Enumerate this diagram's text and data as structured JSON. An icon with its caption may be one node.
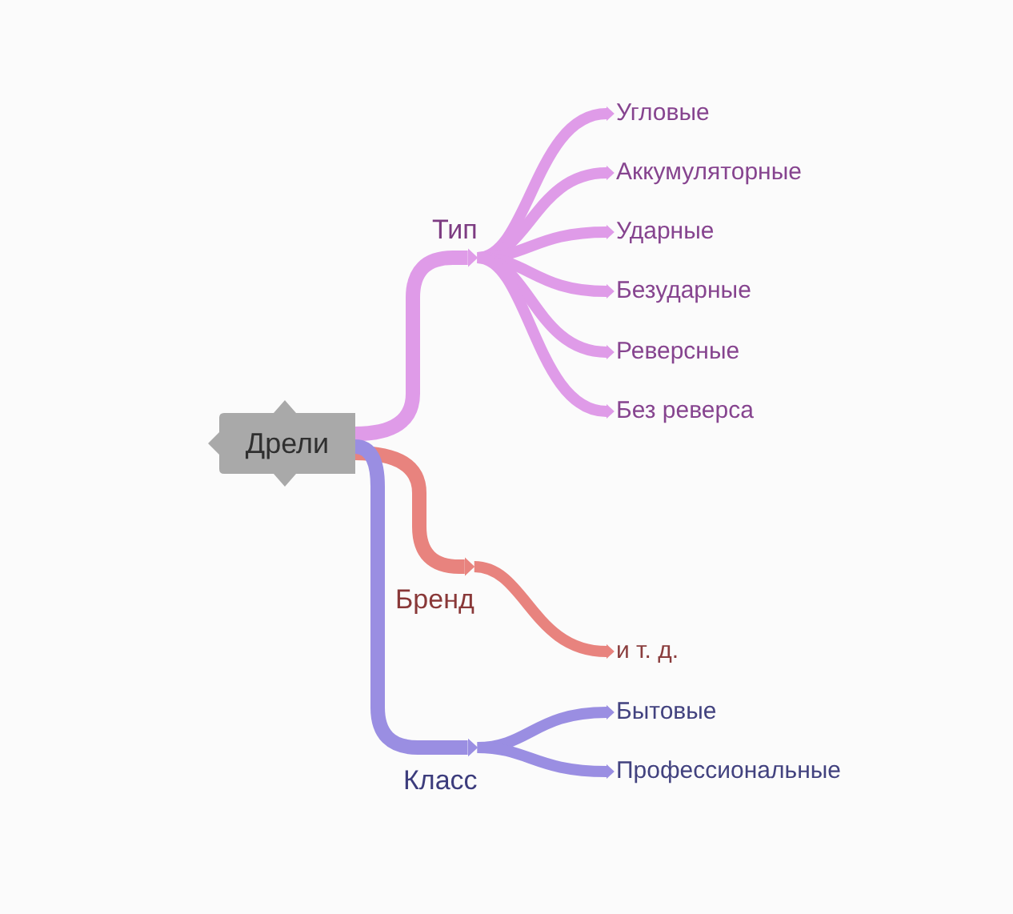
{
  "diagram": {
    "nodes": [
      {
        "text": [
          "Дрели"
        ]
      },
      {
        "text": [
          "Тип"
        ]
      },
      {
        "text": [
          "Угловые"
        ]
      },
      {
        "text": [
          "Аккумуляторные"
        ]
      },
      {
        "text": [
          "Ударные"
        ]
      },
      {
        "text": [
          "Безударные"
        ]
      },
      {
        "text": [
          "Реверсные"
        ]
      },
      {
        "text": [
          "Без реверса"
        ]
      },
      {
        "text": [
          "Бренд"
        ]
      },
      {
        "text": [
          "и т. д."
        ]
      },
      {
        "text": [
          "Класс"
        ]
      },
      {
        "text": [
          "Бытовые"
        ]
      },
      {
        "text": [
          "Профессиональные"
        ]
      }
    ],
    "edges": [
      {
        "from": 0,
        "to": 1,
        "arrow": "to"
      },
      {
        "from": 1,
        "to": 2,
        "arrow": "to"
      },
      {
        "from": 1,
        "to": 3,
        "arrow": "to"
      },
      {
        "from": 1,
        "to": 4,
        "arrow": "to"
      },
      {
        "from": 1,
        "to": 5,
        "arrow": "to"
      },
      {
        "from": 1,
        "to": 6,
        "arrow": "to"
      },
      {
        "from": 1,
        "to": 7,
        "arrow": "to"
      },
      {
        "from": 0,
        "to": 8,
        "arrow": "to",
        "color": "#e8837e"
      },
      {
        "from": 8,
        "to": 9,
        "arrow": "to",
        "color": "#e8837e"
      },
      {
        "from": 0,
        "to": 10,
        "arrow": "to",
        "color": "#9a8ee2"
      },
      {
        "from": 10,
        "to": 11,
        "arrow": "to",
        "color": "#9a8ee2"
      },
      {
        "from": 10,
        "to": 12,
        "arrow": "to",
        "color": "#9a8ee2"
      }
    ]
  }
}
